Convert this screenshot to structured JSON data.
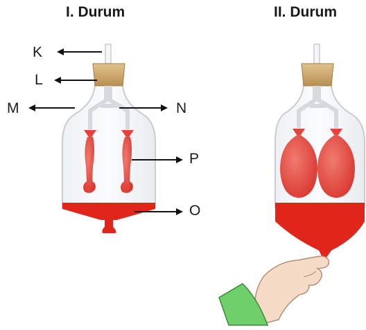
{
  "titles": {
    "left": "I. Durum",
    "right": "II. Durum"
  },
  "labels": {
    "K": "K",
    "L": "L",
    "M": "M",
    "N": "N",
    "P": "P",
    "O": "O"
  },
  "colors": {
    "balloon_red": "#e8403a",
    "membrane_red": "#e0261b",
    "cork": "#c9a56b",
    "glass_outline": "#c9ccd0",
    "sleeve_green": "#6fcf6a",
    "skin": "#f6dcc6"
  }
}
